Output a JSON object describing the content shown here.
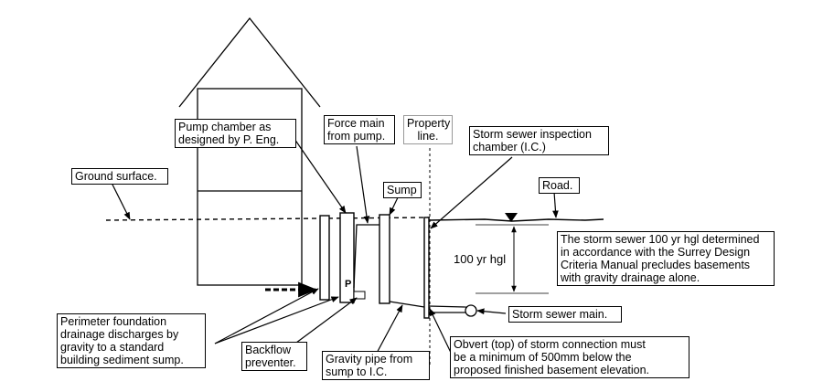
{
  "labels": {
    "pump_chamber": [
      "Pump chamber as",
      "designed by P. Eng."
    ],
    "force_main": [
      "Force main",
      "from pump."
    ],
    "property_line": [
      "Property",
      "line."
    ],
    "storm_ic": [
      "Storm sewer inspection",
      "chamber (I.C.)"
    ],
    "ground_surface": "Ground surface.",
    "sump": "Sump",
    "road": "Road.",
    "hgl_note": [
      "The storm sewer 100 yr hgl determined",
      "in accordance with the Surrey Design",
      "Criteria Manual precludes basements",
      "with gravity drainage alone."
    ],
    "hgl_level": "100 yr hgl",
    "pump_letter": "P",
    "storm_main": "Storm sewer main.",
    "perimeter": [
      "Perimeter foundation",
      "drainage discharges by",
      "gravity to a standard",
      "building sediment sump."
    ],
    "backflow": [
      "Backflow",
      "preventer."
    ],
    "gravity_pipe": [
      "Gravity pipe from",
      "sump to I.C."
    ],
    "obvert": [
      "Obvert (top) of storm connection must",
      "be a minimum of 500mm below the",
      "proposed finished basement elevation."
    ]
  }
}
